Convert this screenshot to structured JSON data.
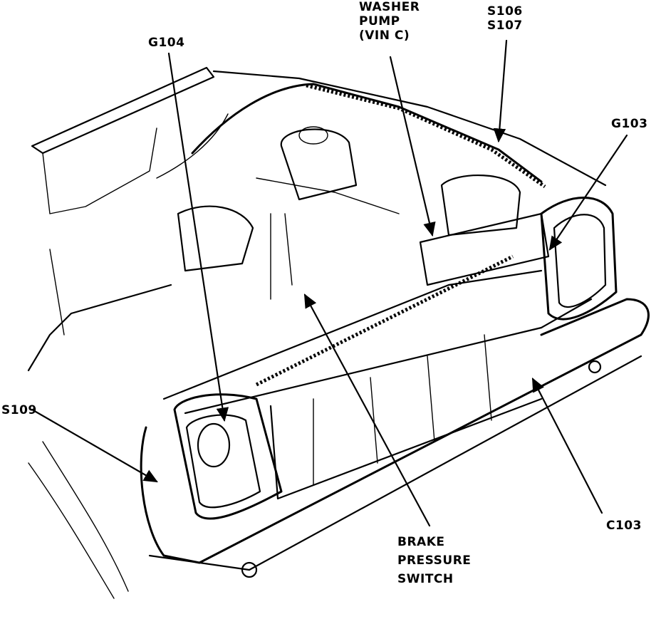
{
  "diagram": {
    "labels": {
      "washer_pump": [
        "WASHER",
        "PUMP",
        "(VIN C)"
      ],
      "s106_s107": [
        "S106",
        "S107"
      ],
      "g104": "G104",
      "g103": "G103",
      "s109": "S109",
      "c103": "C103",
      "brake_pressure_switch": [
        "BRAKE",
        "PRESSURE",
        "SWITCH"
      ]
    }
  }
}
